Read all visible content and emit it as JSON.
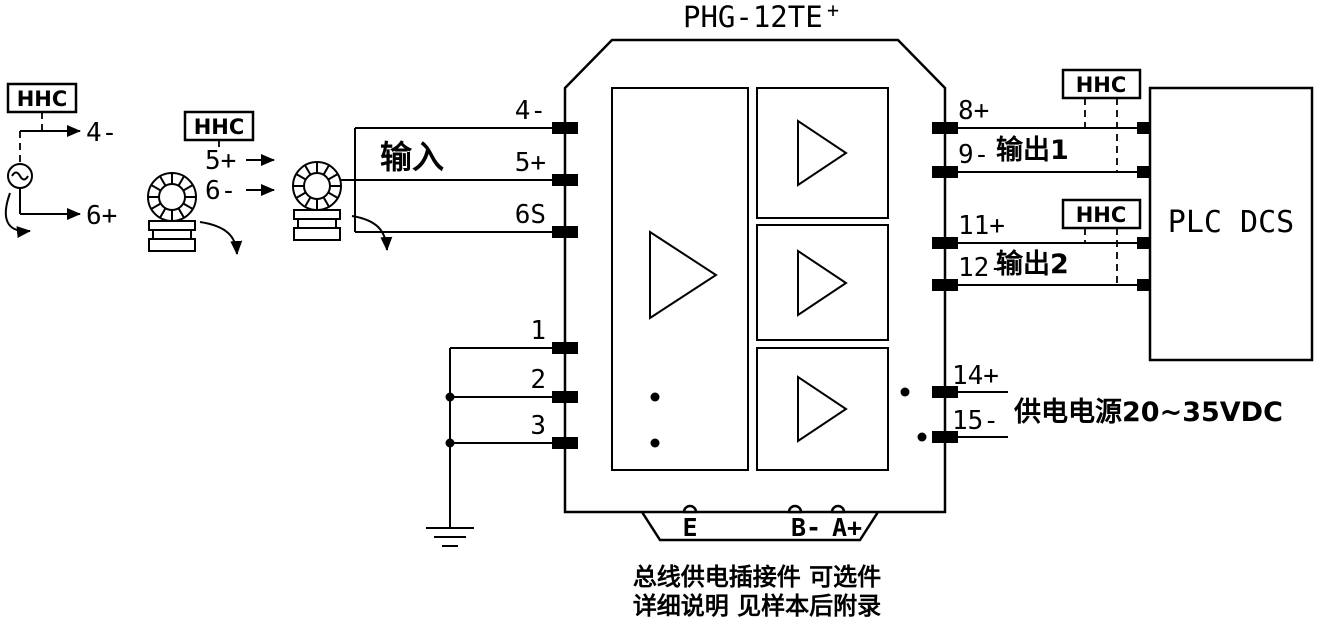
{
  "title": {
    "main": "PHG-12TE",
    "sup": "+"
  },
  "labels": {
    "hhc": "HHC",
    "input": "输入",
    "output1": "输出1",
    "output2": "输出2",
    "plc": "PLC DCS",
    "power": "供电电源20~35VDC",
    "note1": "总线供电插接件 可选件",
    "note2": "详细说明 见样本后附录"
  },
  "terminals": {
    "t4": "4-",
    "t5": "5+",
    "t6s": "6S",
    "t1": "1",
    "t2": "2",
    "t3": "3",
    "t8": "8+",
    "t9": "9-",
    "t11": "11+",
    "t12": "12-",
    "t14": "14+",
    "t15": "15-",
    "te": "E",
    "tb": "B-",
    "ta": "A+"
  },
  "field": {
    "w4": "4-",
    "w6p": "6+",
    "w5": "5+",
    "w6m": "6-"
  },
  "colors": {
    "line": "#000000",
    "green": "#7f9d00",
    "background": "#ffffff"
  }
}
